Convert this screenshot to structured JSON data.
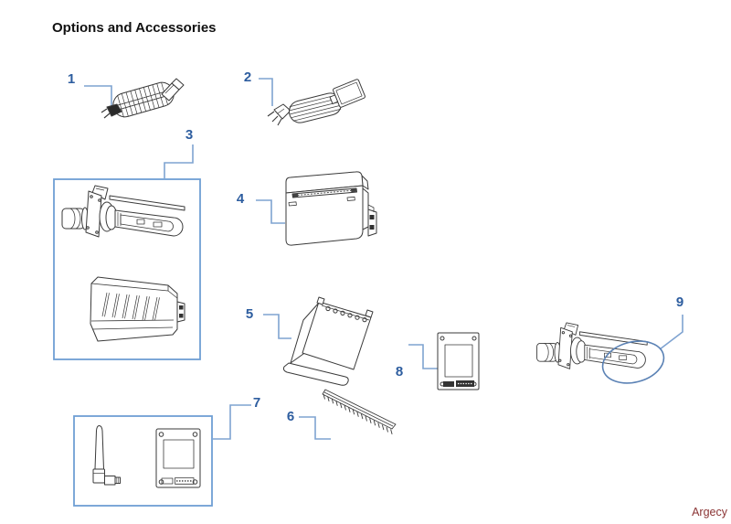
{
  "page": {
    "title": "Options and Accessories",
    "watermark": "Argecy"
  },
  "colors": {
    "label_blue": "#2d5d9f",
    "callout_line_blue": "#7fa3d1",
    "box_border_blue": "#6f9fd4",
    "artwork_line": "#3a3a3a",
    "watermark_red": "#8b3434",
    "background": "#ffffff"
  },
  "callouts": [
    {
      "label": "1"
    },
    {
      "label": "2"
    },
    {
      "label": "3"
    },
    {
      "label": "4"
    },
    {
      "label": "5"
    },
    {
      "label": "6"
    },
    {
      "label": "7"
    },
    {
      "label": "8"
    },
    {
      "label": "9"
    }
  ]
}
